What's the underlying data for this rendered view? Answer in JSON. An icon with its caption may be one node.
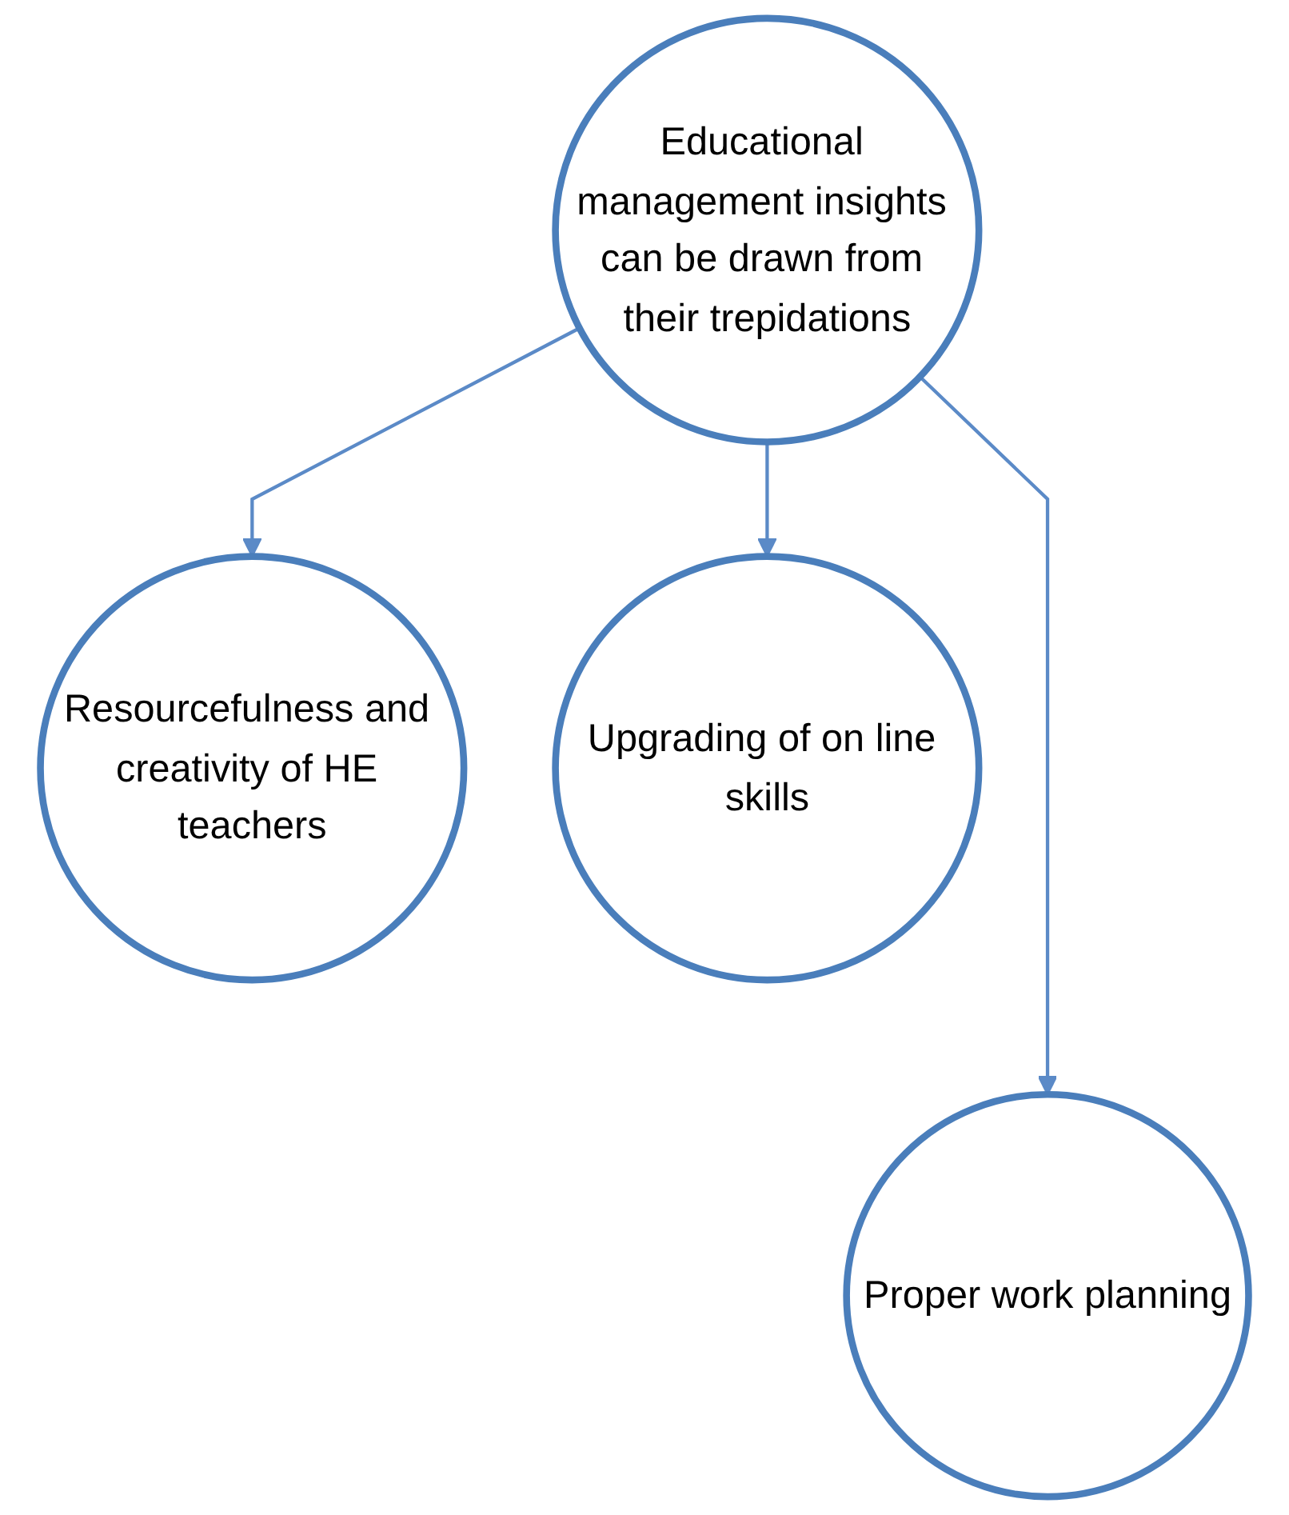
{
  "diagram": {
    "nodes": [
      {
        "text": [
          "Educational management insights can be drawn from their trepidations"
        ]
      },
      {
        "text": [
          "Resourcefulness and creativity of HE teachers"
        ]
      },
      {
        "text": [
          "Upgrading of on line skills"
        ]
      },
      {
        "text": [
          "Proper work planning"
        ]
      }
    ],
    "edges": [
      {
        "from": 0,
        "to": 1,
        "arrow": "to"
      },
      {
        "from": 0,
        "to": 3,
        "arrow": "to"
      },
      {
        "from": 0,
        "to": 2,
        "arrow": "to"
      }
    ]
  }
}
